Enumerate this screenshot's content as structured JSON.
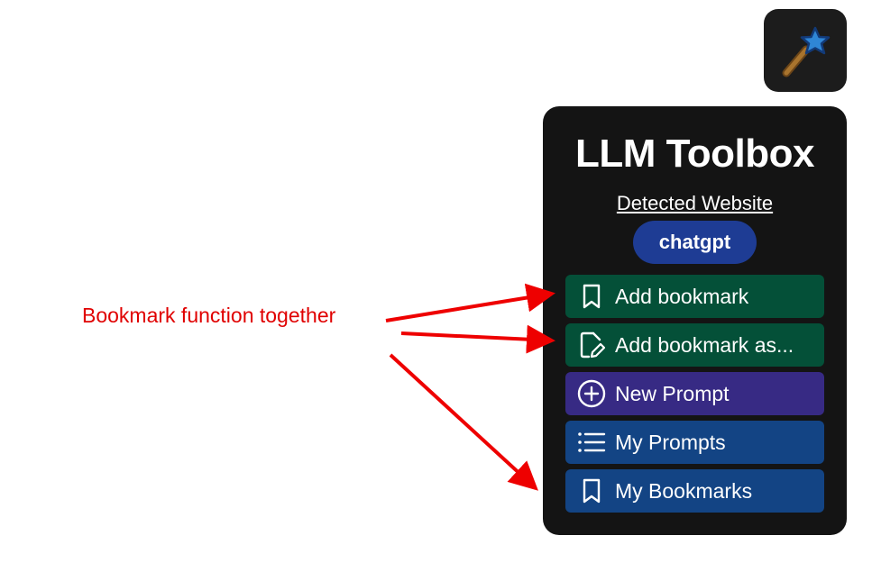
{
  "extension_icon": {
    "name": "magic-wand-icon"
  },
  "popup": {
    "title": "LLM Toolbox",
    "detected_label": "Detected Website",
    "detected_site": "chatgpt",
    "buttons": [
      {
        "label": "Add bookmark",
        "icon": "bookmark-icon",
        "color": "#045038"
      },
      {
        "label": "Add bookmark as...",
        "icon": "bookmark-edit-icon",
        "color": "#045038"
      },
      {
        "label": "New Prompt",
        "icon": "plus-circle-icon",
        "color": "#372a84"
      },
      {
        "label": "My Prompts",
        "icon": "list-icon",
        "color": "#134484"
      },
      {
        "label": "My Bookmarks",
        "icon": "bookmark-icon",
        "color": "#134484"
      }
    ]
  },
  "annotation": {
    "text": "Bookmark function together",
    "color": "#e00000"
  },
  "colors": {
    "popup_bg": "#141414",
    "site_pill": "#1e3c94",
    "text": "#ffffff"
  }
}
